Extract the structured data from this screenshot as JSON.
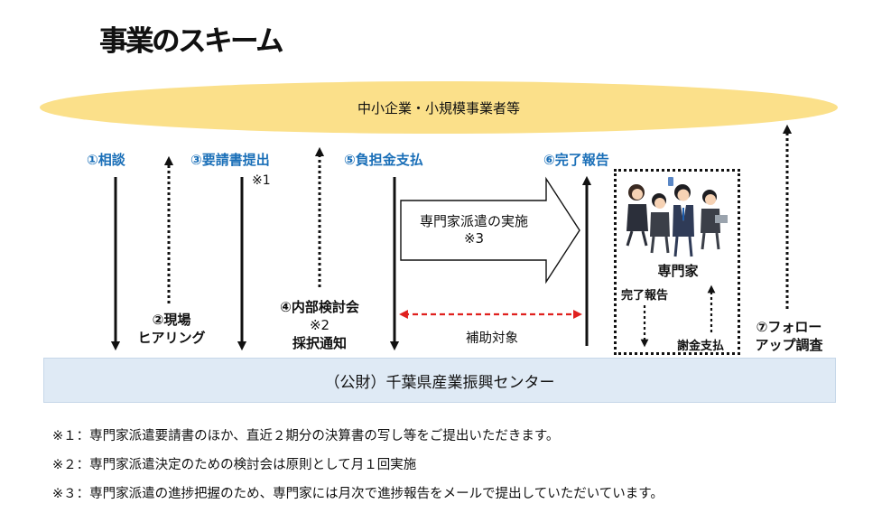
{
  "title": "事業のスキーム",
  "top_band": {
    "label": "中小企業・小規模事業者等"
  },
  "bottom_band": {
    "label": "（公財）千葉県産業振興センター"
  },
  "steps": {
    "s1": "①相談",
    "s2_line1": "②現場",
    "s2_line2": "ヒアリング",
    "s3": "③要請書提出",
    "s3_note": "※1",
    "s4_line1": "④内部検討会",
    "s4_line2": "※2",
    "s4_line3": "採択通知",
    "s5": "⑤負担金支払",
    "s6": "⑥完了報告",
    "s7_line1": "⑦フォロー",
    "s7_line2": "アップ調査"
  },
  "dispatch_arrow": {
    "line1": "専門家派遣の実施",
    "line2": "※3"
  },
  "subsidy_label": "補助対象",
  "expert_box": {
    "title": "専門家",
    "report_label": "完了報告",
    "payment_label": "謝金支払"
  },
  "notes": [
    "※１：専門家派遣要請書のほか、直近２期分の決算書の写し等をご提出いただきます。",
    "※２：専門家派遣決定のための検討会は原則として月１回実施",
    "※３：専門家派遣の進捗把握のため、専門家には月次で進捗報告をメールで提出していただいています。"
  ],
  "colors": {
    "band_top": "#fbe08a",
    "band_bottom": "#dfeaf5",
    "step_text": "#1a6fb8",
    "subsidy_arrow": "#e0201e"
  }
}
